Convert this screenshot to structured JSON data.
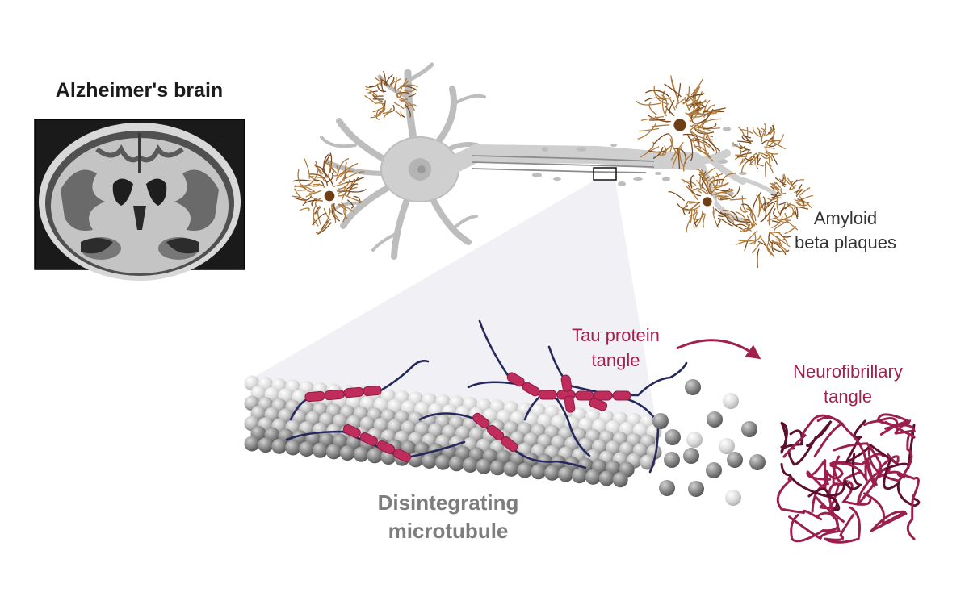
{
  "labels": {
    "brain_title": "Alzheimer's brain",
    "amyloid_line1": "Amyloid",
    "amyloid_line2": "beta plaques",
    "tau_line1": "Tau protein",
    "tau_line2": "tangle",
    "nft_line1": "Neurofibrillary",
    "nft_line2": "tangle",
    "microtubule_line1": "Disintegrating",
    "microtubule_line2": "microtubule"
  },
  "colors": {
    "plaque": "#b07a3c",
    "plaque_core": "#6e3f15",
    "neuron": "#cfcfcf",
    "tau_protein": "#c02c5c",
    "tau_strand": "#25285a",
    "tangle": "#9a1f4c",
    "tubulin": "#9e9e9e",
    "text_tau": "#a3204b",
    "text_microtubule": "#7d7d7d"
  }
}
